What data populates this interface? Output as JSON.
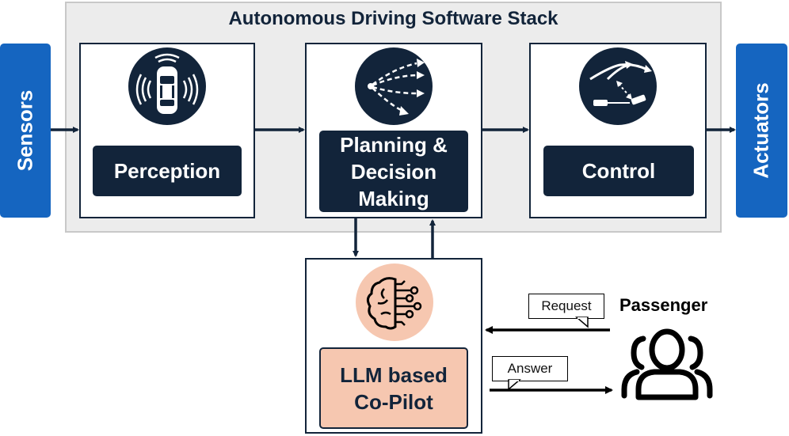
{
  "stack": {
    "title": "Autonomous Driving Software Stack"
  },
  "io": {
    "sensors": "Sensors",
    "actuators": "Actuators"
  },
  "modules": {
    "perception": {
      "label": "Perception",
      "icon": "car-sensor-icon"
    },
    "planning": {
      "label_line1": "Planning &",
      "label_line2": "Decision",
      "label_line3": "Making",
      "icon": "branching-paths-icon"
    },
    "control": {
      "label": "Control",
      "icon": "steering-trajectory-icon"
    }
  },
  "copilot": {
    "label_line1": "LLM based",
    "label_line2": "Co-Pilot",
    "icon": "ai-brain-icon"
  },
  "passenger": {
    "label": "Passenger",
    "icon": "people-icon",
    "request": "Request",
    "answer": "Answer"
  },
  "colors": {
    "navy": "#12243a",
    "blue": "#1565c0",
    "peach": "#f6c7b0",
    "gray": "#ececec"
  }
}
